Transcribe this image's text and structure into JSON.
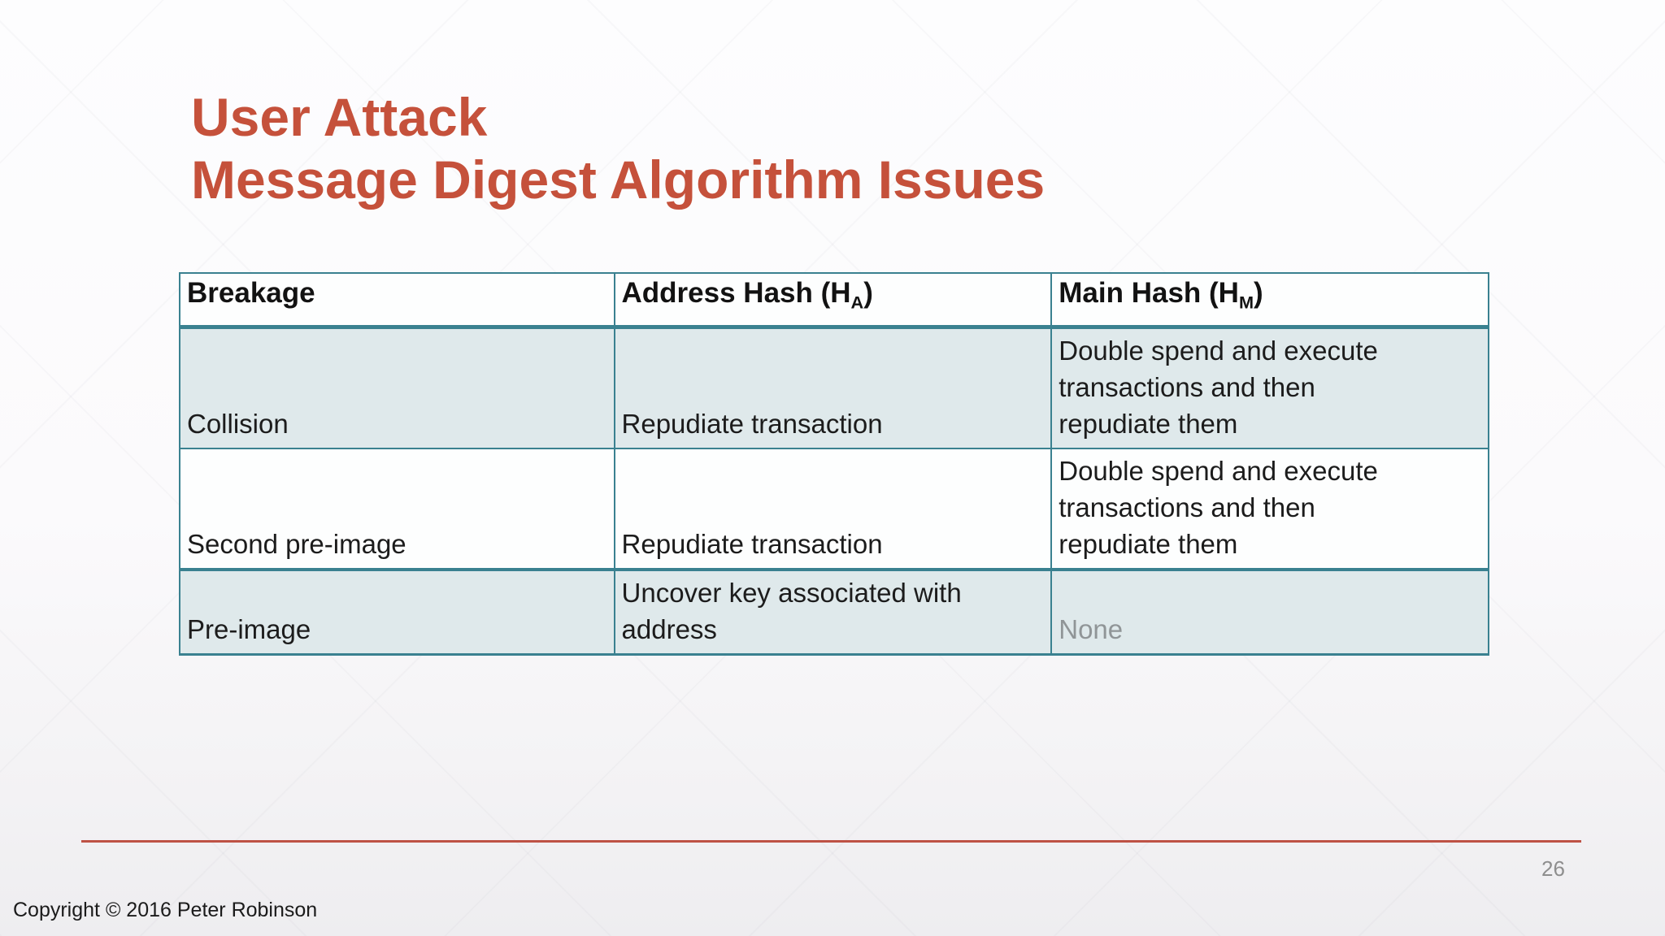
{
  "slide": {
    "title_line1": "User Attack",
    "title_line2": "Message Digest Algorithm Issues",
    "page_number": "26",
    "copyright": "Copyright © 2016 Peter Robinson"
  },
  "table": {
    "headers": [
      {
        "label": "Breakage",
        "sub": "",
        "suffix": ""
      },
      {
        "label": "Address Hash (H",
        "sub": "A",
        "suffix": ")"
      },
      {
        "label": "Main Hash (H",
        "sub": "M",
        "suffix": ")"
      }
    ],
    "rows": [
      {
        "breakage": "Collision",
        "address_hash": "Repudiate transaction",
        "main_hash": "Double spend and execute\ntransactions and then\nrepudiate them"
      },
      {
        "breakage": "Second pre-image",
        "address_hash": "Repudiate transaction",
        "main_hash": "Double spend and execute\ntransactions and then\nrepudiate them"
      },
      {
        "breakage": "Pre-image",
        "address_hash": "Uncover key associated with\naddress",
        "main_hash": "None"
      }
    ]
  },
  "colors": {
    "accent": "#c5513b",
    "border_teal": "#3a8190",
    "row_shade": "#dfe9eb",
    "muted": "#909597",
    "line_red": "#be5245",
    "text": "#1c1c1c",
    "page_gray": "#8e8e8e"
  }
}
